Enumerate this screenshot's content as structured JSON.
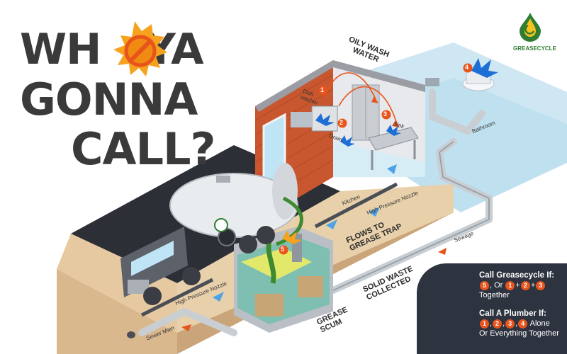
{
  "headline": {
    "line1_a": "WH",
    "line1_b": "YA",
    "line2": "GONNA",
    "line3": "CALL?"
  },
  "brand": {
    "name": "GREASECYCLE"
  },
  "labels": {
    "oily_wash_water": [
      "OILY WASH",
      "WATER"
    ],
    "dishwasher": [
      "Dish",
      "washer"
    ],
    "drain": "Drain",
    "sink": "Sink",
    "bathroom": "Bathroom",
    "kitchen": "Kitchen",
    "high_pressure_nozzle_top": "High Pressure Nozzle",
    "high_pressure_nozzle_bottom": "High Pressure Nozzle",
    "flows_to_grease_trap": [
      "FLOWS TO",
      "GREASE TRAP"
    ],
    "sewage": "Sewage",
    "solid_waste_collected": [
      "SOLID WASTE",
      "COLLECTED"
    ],
    "grease_scum": [
      "GREASE",
      "SCUM"
    ],
    "sewer_main": "Sewer Main"
  },
  "markers": [
    "1",
    "2",
    "3",
    "4",
    "5"
  ],
  "legend": {
    "greasecycle_title": "Call Greasecycle If:",
    "greasecycle_line1_sep1": ", Or",
    "greasecycle_plus": "+",
    "greasecycle_line2": "Together",
    "plumber_title": "Call A Plumber If:",
    "plumber_comma": ",",
    "plumber_alone": "Alone",
    "plumber_line2": "Or Everything Together"
  },
  "colors": {
    "accent": "#e8541c",
    "orange_splash": "#f5a21e",
    "blue_splash": "#1d6fd6",
    "dark": "#2e3340",
    "green_brand": "#2f7d32"
  }
}
